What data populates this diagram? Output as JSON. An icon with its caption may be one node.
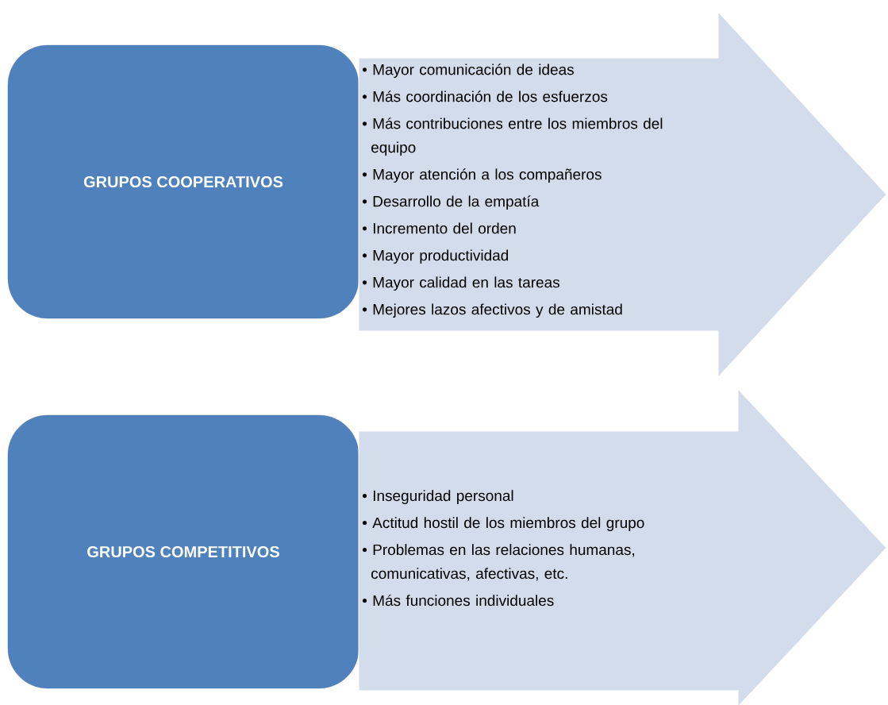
{
  "diagram": {
    "nodes": [
      {
        "text": [
          "GRUPOS COOPERATIVOS"
        ]
      },
      {
        "text": [
          "• Mayor comunicación de ideas",
          "• Más coordinación de los esfuerzos",
          "• Más contribuciones entre los miembros del equipo",
          "• Mayor atención a los compañeros",
          "• Desarrollo de la empatía",
          "• Incremento del orden",
          "• Mayor productividad",
          "• Mayor calidad en las tareas",
          "• Mejores lazos afectivos y de amistad"
        ]
      },
      {
        "text": [
          "GRUPOS COMPETITIVOS"
        ]
      },
      {
        "text": [
          "• Inseguridad personal",
          "• Actitud hostil de los miembros del grupo",
          "• Problemas en las relaciones humanas, comunicativas, afectivas, etc.",
          "• Más funciones individuales"
        ]
      }
    ],
    "edges": []
  }
}
